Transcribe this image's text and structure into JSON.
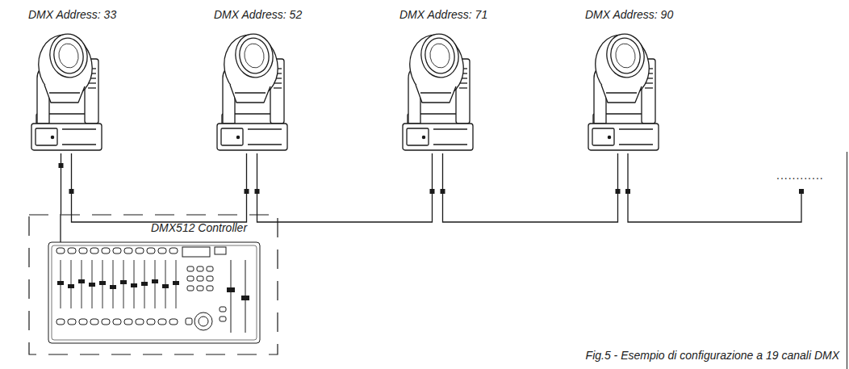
{
  "diagram": {
    "caption": "Fig.5 - Esempio di configurazione a 19 canali DMX",
    "nodes": [
      {
        "text": [
          "DMX Address: 33"
        ]
      },
      {
        "text": [
          "DMX Address: 52"
        ]
      },
      {
        "text": [
          "DMX Address: 71"
        ]
      },
      {
        "text": [
          "DMX Address: 90"
        ]
      },
      {
        "text": [
          "DMX512 Controller"
        ]
      }
    ],
    "edges": [
      {
        "from": 4,
        "to": 0,
        "arrow": "none"
      },
      {
        "from": 0,
        "to": 1,
        "arrow": "none"
      },
      {
        "from": 1,
        "to": 2,
        "arrow": "none"
      },
      {
        "from": 2,
        "to": 3,
        "arrow": "none"
      }
    ],
    "labels": [
      "............"
    ]
  }
}
